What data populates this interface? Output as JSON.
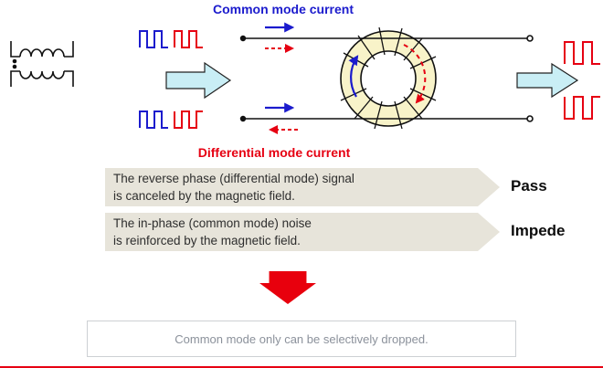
{
  "labels": {
    "common_mode_current": "Common mode current",
    "differential_mode_current": "Differential mode current"
  },
  "banners": [
    {
      "line1": "The reverse phase (differential mode) signal",
      "line2": "is canceled by the magnetic field.",
      "result": "Pass"
    },
    {
      "line1": "The in-phase (common mode) noise",
      "line2": "is reinforced by the magnetic field.",
      "result": "Impede"
    }
  ],
  "conclusion": "Common mode only can be selectively dropped.",
  "icons": {
    "choke_schematic": "common-mode-choke schematic symbol",
    "toroid_core": "toroid core with winding turns",
    "flow_arrow": "block arrow (signal flow)",
    "square_waves": "square-wave signals (blue = common mode, red = differential mode)",
    "down_arrow": "red down arrow"
  },
  "colors": {
    "common_mode_blue": "#1b1bcd",
    "differential_red": "#e60012",
    "toroid_fill": "#f8f3c9",
    "flow_arrow_fill": "#c9eef5",
    "banner_bg": "#e7e4da",
    "conclusion_text": "#8b919b",
    "conclusion_border": "#cdd0d4",
    "down_arrow_red": "#e8000d"
  }
}
